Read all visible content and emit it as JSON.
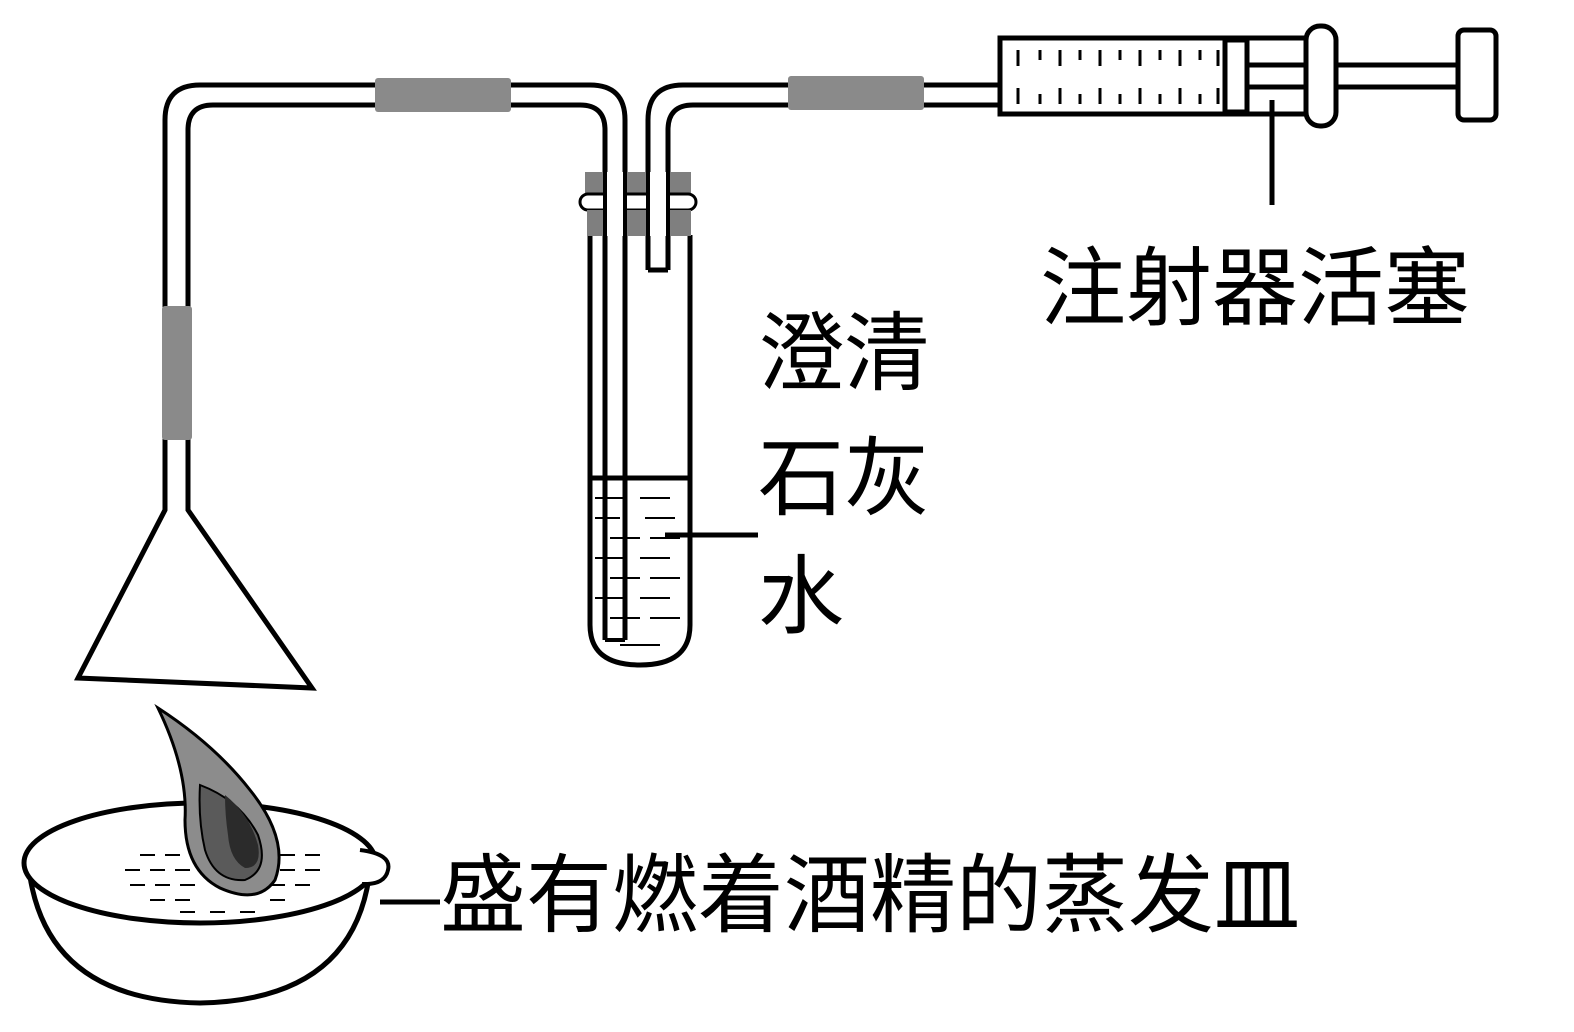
{
  "labels": {
    "syringe_plunger": "注射器活塞",
    "limewater_line1": "澄清",
    "limewater_line2": "石灰",
    "limewater_line3": "水",
    "evaporating_dish": "盛有燃着酒精的蒸发皿"
  },
  "colors": {
    "stroke": "#000000",
    "rubber_tube": "#8a8a8a",
    "stopper": "#7f7f7f",
    "flame_outer": "#8c8c8c",
    "flame_mid": "#5a5a5a",
    "flame_inner": "#2b2b2b"
  }
}
